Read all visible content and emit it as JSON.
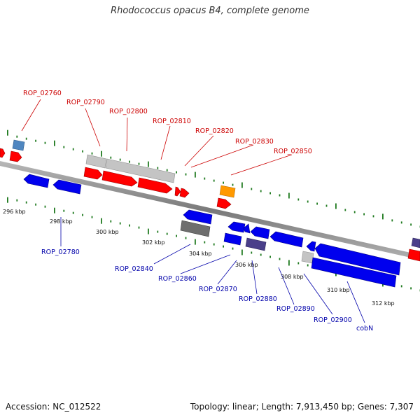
{
  "header": {
    "title": "Rhodococcus opacus B4, complete genome"
  },
  "footer": {
    "accession": "Accession: NC_012522",
    "summary": "Topology: linear; Length: 7,913,450 bp; Genes: 7,307"
  },
  "colors": {
    "backbone": "#8a8a8a",
    "tick_green": "#1f7a1f",
    "forward_red": "#ff0000",
    "reverse_blue": "#0000ee",
    "label_forward": "#cc0000",
    "label_reverse": "#0000aa",
    "gray_gene": "#c4c4c4",
    "dark_gray_gene": "#6e6e6e",
    "orange_gene": "#ff9900",
    "purple_gene": "#4a3f8a",
    "steel_gene": "#4f86c0"
  },
  "scale_labels": [
    "296 kbp",
    "298 kbp",
    "300 kbp",
    "302 kbp",
    "304 kbp",
    "306 kbp",
    "308 kbp",
    "310 kbp",
    "312 kbp"
  ],
  "forward_labels": [
    "ROP_02760",
    "ROP_02790",
    "ROP_02800",
    "ROP_02810",
    "ROP_02820",
    "ROP_02830",
    "ROP_02850"
  ],
  "reverse_labels": [
    "ROP_02780",
    "ROP_02840",
    "ROP_02860",
    "ROP_02870",
    "ROP_02880",
    "ROP_02890",
    "ROP_02900",
    "cobN"
  ]
}
